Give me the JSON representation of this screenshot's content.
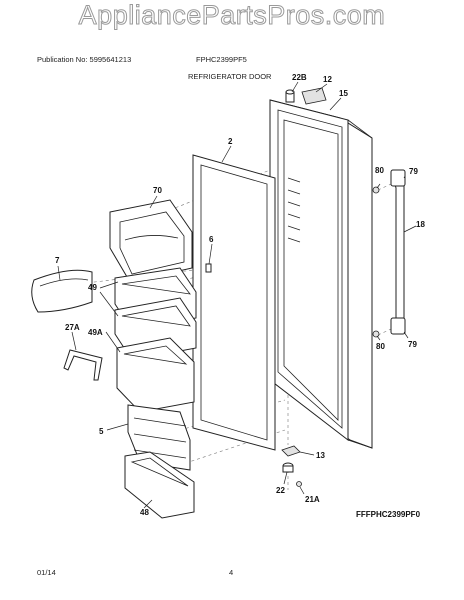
{
  "watermark": "AppliancePartsPros.com",
  "header": {
    "publication": "Publication No: 5995641213",
    "model": "FPHC2399PF5",
    "section_title": "REFRIGERATOR DOOR"
  },
  "callouts": {
    "c22B": "22B",
    "c12": "12",
    "c15": "15",
    "c2": "2",
    "c70": "70",
    "c80a": "80",
    "c79a": "79",
    "c18": "18",
    "c6": "6",
    "c7": "7",
    "c49": "49",
    "c27A": "27A",
    "c49A": "49A",
    "c80b": "80",
    "c79b": "79",
    "c5": "5",
    "c13": "13",
    "c22": "22",
    "c21A": "21A",
    "c48": "48"
  },
  "document_id": "FFFPHC2399PF0",
  "footer": {
    "date": "01/14",
    "page": "4"
  }
}
